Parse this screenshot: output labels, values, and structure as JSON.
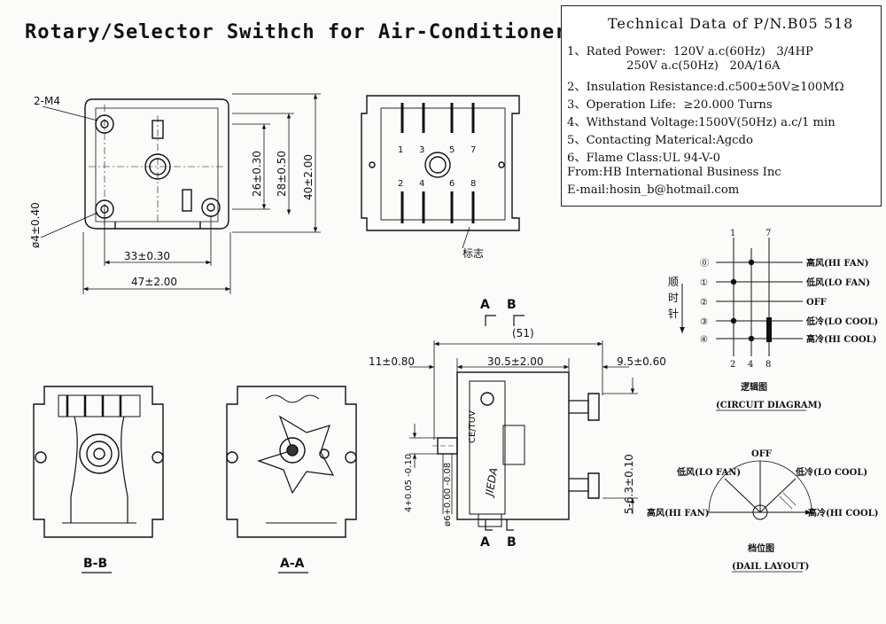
{
  "title": "Rotary/Selector Swithch for Air-Conditioner...",
  "spec": {
    "heading": "Technical Data of P/N.B05 518",
    "lines": [
      "1、Rated Power:  120V a.c(60Hz)   3/4HP",
      "                250V a.c(50Hz)   20A/16A",
      "2、Insulation Resistance:d.c500±50V≥100MΩ",
      "3、Operation Life:  ≥20.000 Turns",
      "4、Withstand Voltage:1500V(50Hz) a.c/1 min",
      "5、Contacting Materical:Agcdo",
      "6、Flame Class:UL 94-V-0",
      "From:HB International Business Inc",
      "E-mail:hosin_b@hotmail.com"
    ]
  },
  "dims": {
    "m4": "2-M4",
    "d4": "ø4±0.40",
    "w33": "33±0.30",
    "w47": "47±2.00",
    "h26": "26±0.30",
    "h28": "28±0.50",
    "h40": "40±2.00",
    "marker": "标志",
    "d51": "(51)",
    "d11": "11±0.80",
    "d305": "30.5±2.00",
    "d95": "9.5±0.60",
    "d4s": "4+0.05 -0.10",
    "d6s": "ø6+0.00 -0.08",
    "d563": "5-6.3±0.10",
    "brand": "JIEDA",
    "cert": "CE/TUV"
  },
  "terminals_top": [
    "1",
    "3",
    "5",
    "7"
  ],
  "terminals_bottom": [
    "2",
    "4",
    "6",
    "8"
  ],
  "views": {
    "bb": "B-B",
    "aa": "A-A",
    "a": "A",
    "b": "B"
  },
  "circuit": {
    "top_labels": [
      "1",
      "7"
    ],
    "bottom_labels": [
      "2",
      "4",
      "8"
    ],
    "positions": [
      "⓪",
      "①",
      "②",
      "③",
      "④"
    ],
    "rotation": [
      "顺",
      "时",
      "针"
    ],
    "states": [
      "高风(HI FAN)",
      "低风(LO FAN)",
      "OFF",
      "低冷(LO COOL)",
      "高冷(HI COOL)"
    ],
    "title_cn": "逻辑图",
    "title_en": "(CIRCUIT DIAGRAM)"
  },
  "dial": {
    "off": "OFF",
    "lo_fan": "低风(LO FAN)",
    "lo_cool": "低冷(LO COOL)",
    "hi_fan": "高风(HI FAN)",
    "hi_cool": "高冷(HI COOL)",
    "title_cn": "档位图",
    "title_en": "(DAIL LAYOUT)"
  }
}
